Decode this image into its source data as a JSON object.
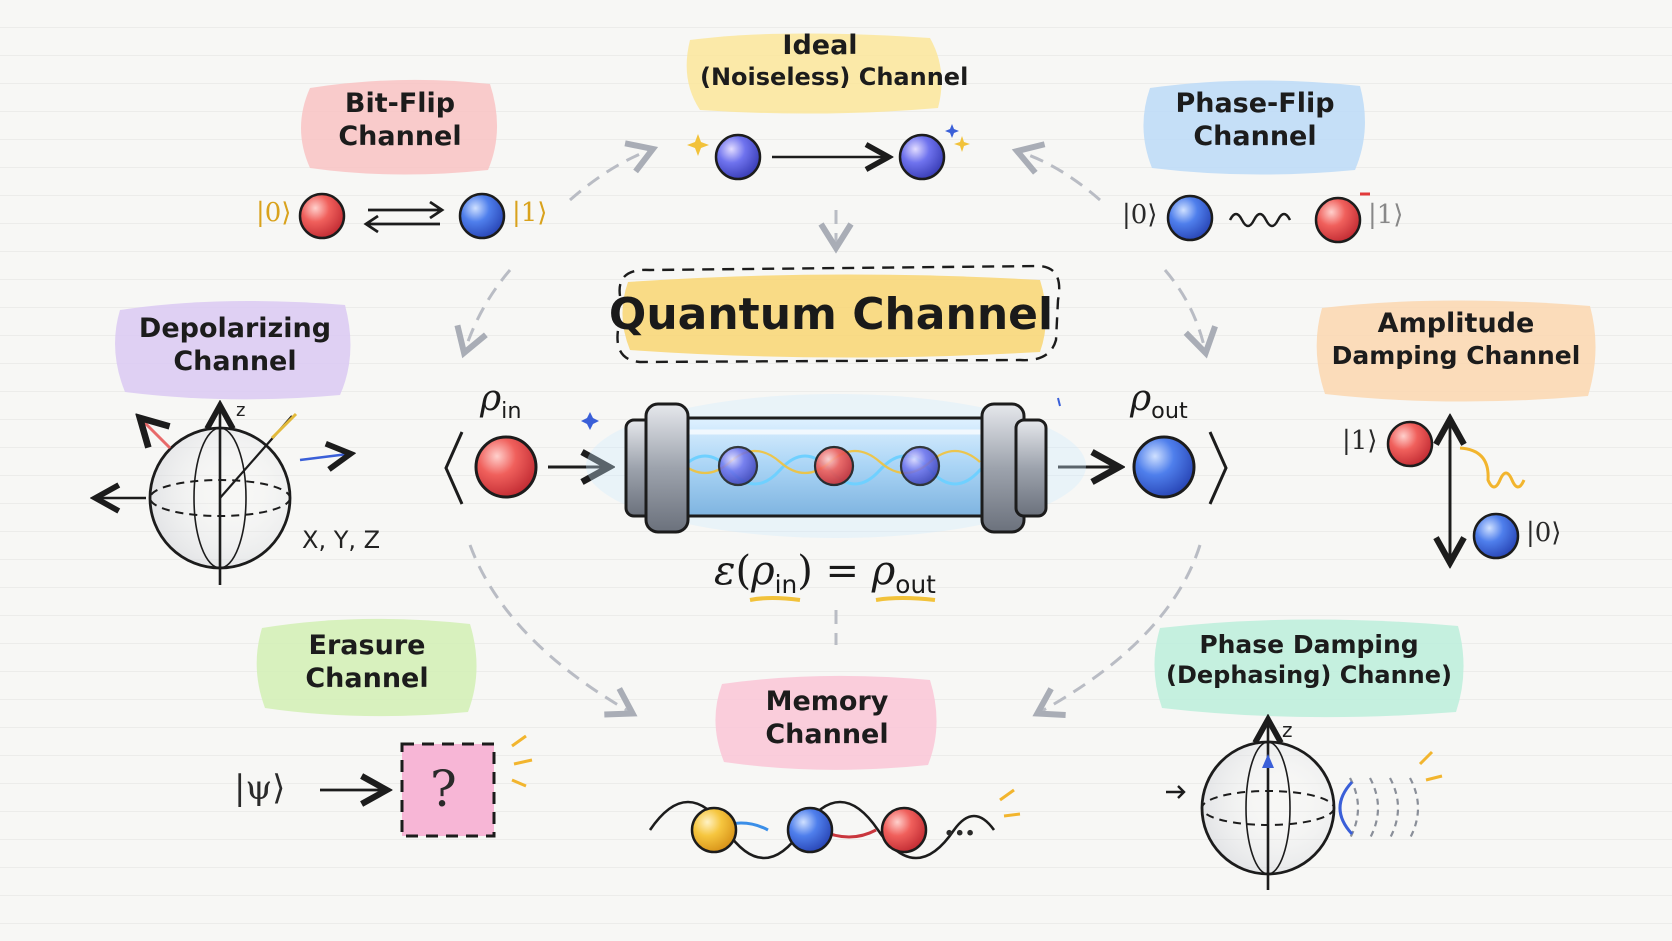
{
  "title": "Quantum Channel",
  "equation": {
    "epsilon": "ε",
    "open_paren": "(",
    "rho": "ρ",
    "sub_in": "in",
    "close_equals": ") =",
    "sub_out": "out"
  },
  "rho_in": {
    "rho": "ρ",
    "sub": "in"
  },
  "rho_out": {
    "rho": "ρ",
    "sub": "out"
  },
  "channels": {
    "ideal": {
      "line1": "Ideal",
      "line2": "(Noiseless) Channel",
      "color": "#fbe69a"
    },
    "bit_flip": {
      "line1": "Bit-Flip",
      "line2": "Channel",
      "color": "#f9c3c3",
      "ket_left": "|0⟩",
      "ket_right": "|1⟩"
    },
    "phase_flip": {
      "line1": "Phase-Flip",
      "line2": "Channel",
      "color": "#bfdcf7",
      "ket_left": "|0⟩",
      "ket_right": "|1⟩"
    },
    "depolarizing": {
      "line1": "Depolarizing",
      "line2": "Channel",
      "color": "#dccbf3",
      "axes": "X, Y, Z",
      "z": "z"
    },
    "amplitude_damping": {
      "line1": "Amplitude",
      "line2": "Damping Channel",
      "color": "#fbd8b4",
      "ket_top": "|1⟩",
      "ket_bottom": "|0⟩"
    },
    "erasure": {
      "line1": "Erasure",
      "line2": "Channel",
      "color": "#d4efb8",
      "ket": "|ψ⟩",
      "mark": "?"
    },
    "memory": {
      "line1": "Memory",
      "line2": "Channel",
      "color": "#f9c8d8",
      "ellipsis": "..."
    },
    "phase_damping": {
      "line1": "Phase Damping",
      "line2": "(Dephasing) Channe)",
      "color": "#bfeedd",
      "z": "z"
    }
  },
  "colors": {
    "title_highlight": "#f8d77a",
    "qubit_red": "#ef5a5a",
    "qubit_blue": "#4a7ae8",
    "qubit_yellow": "#f5c23c",
    "arrow_gray": "#b9bcc4",
    "ink": "#1c1c1c"
  }
}
